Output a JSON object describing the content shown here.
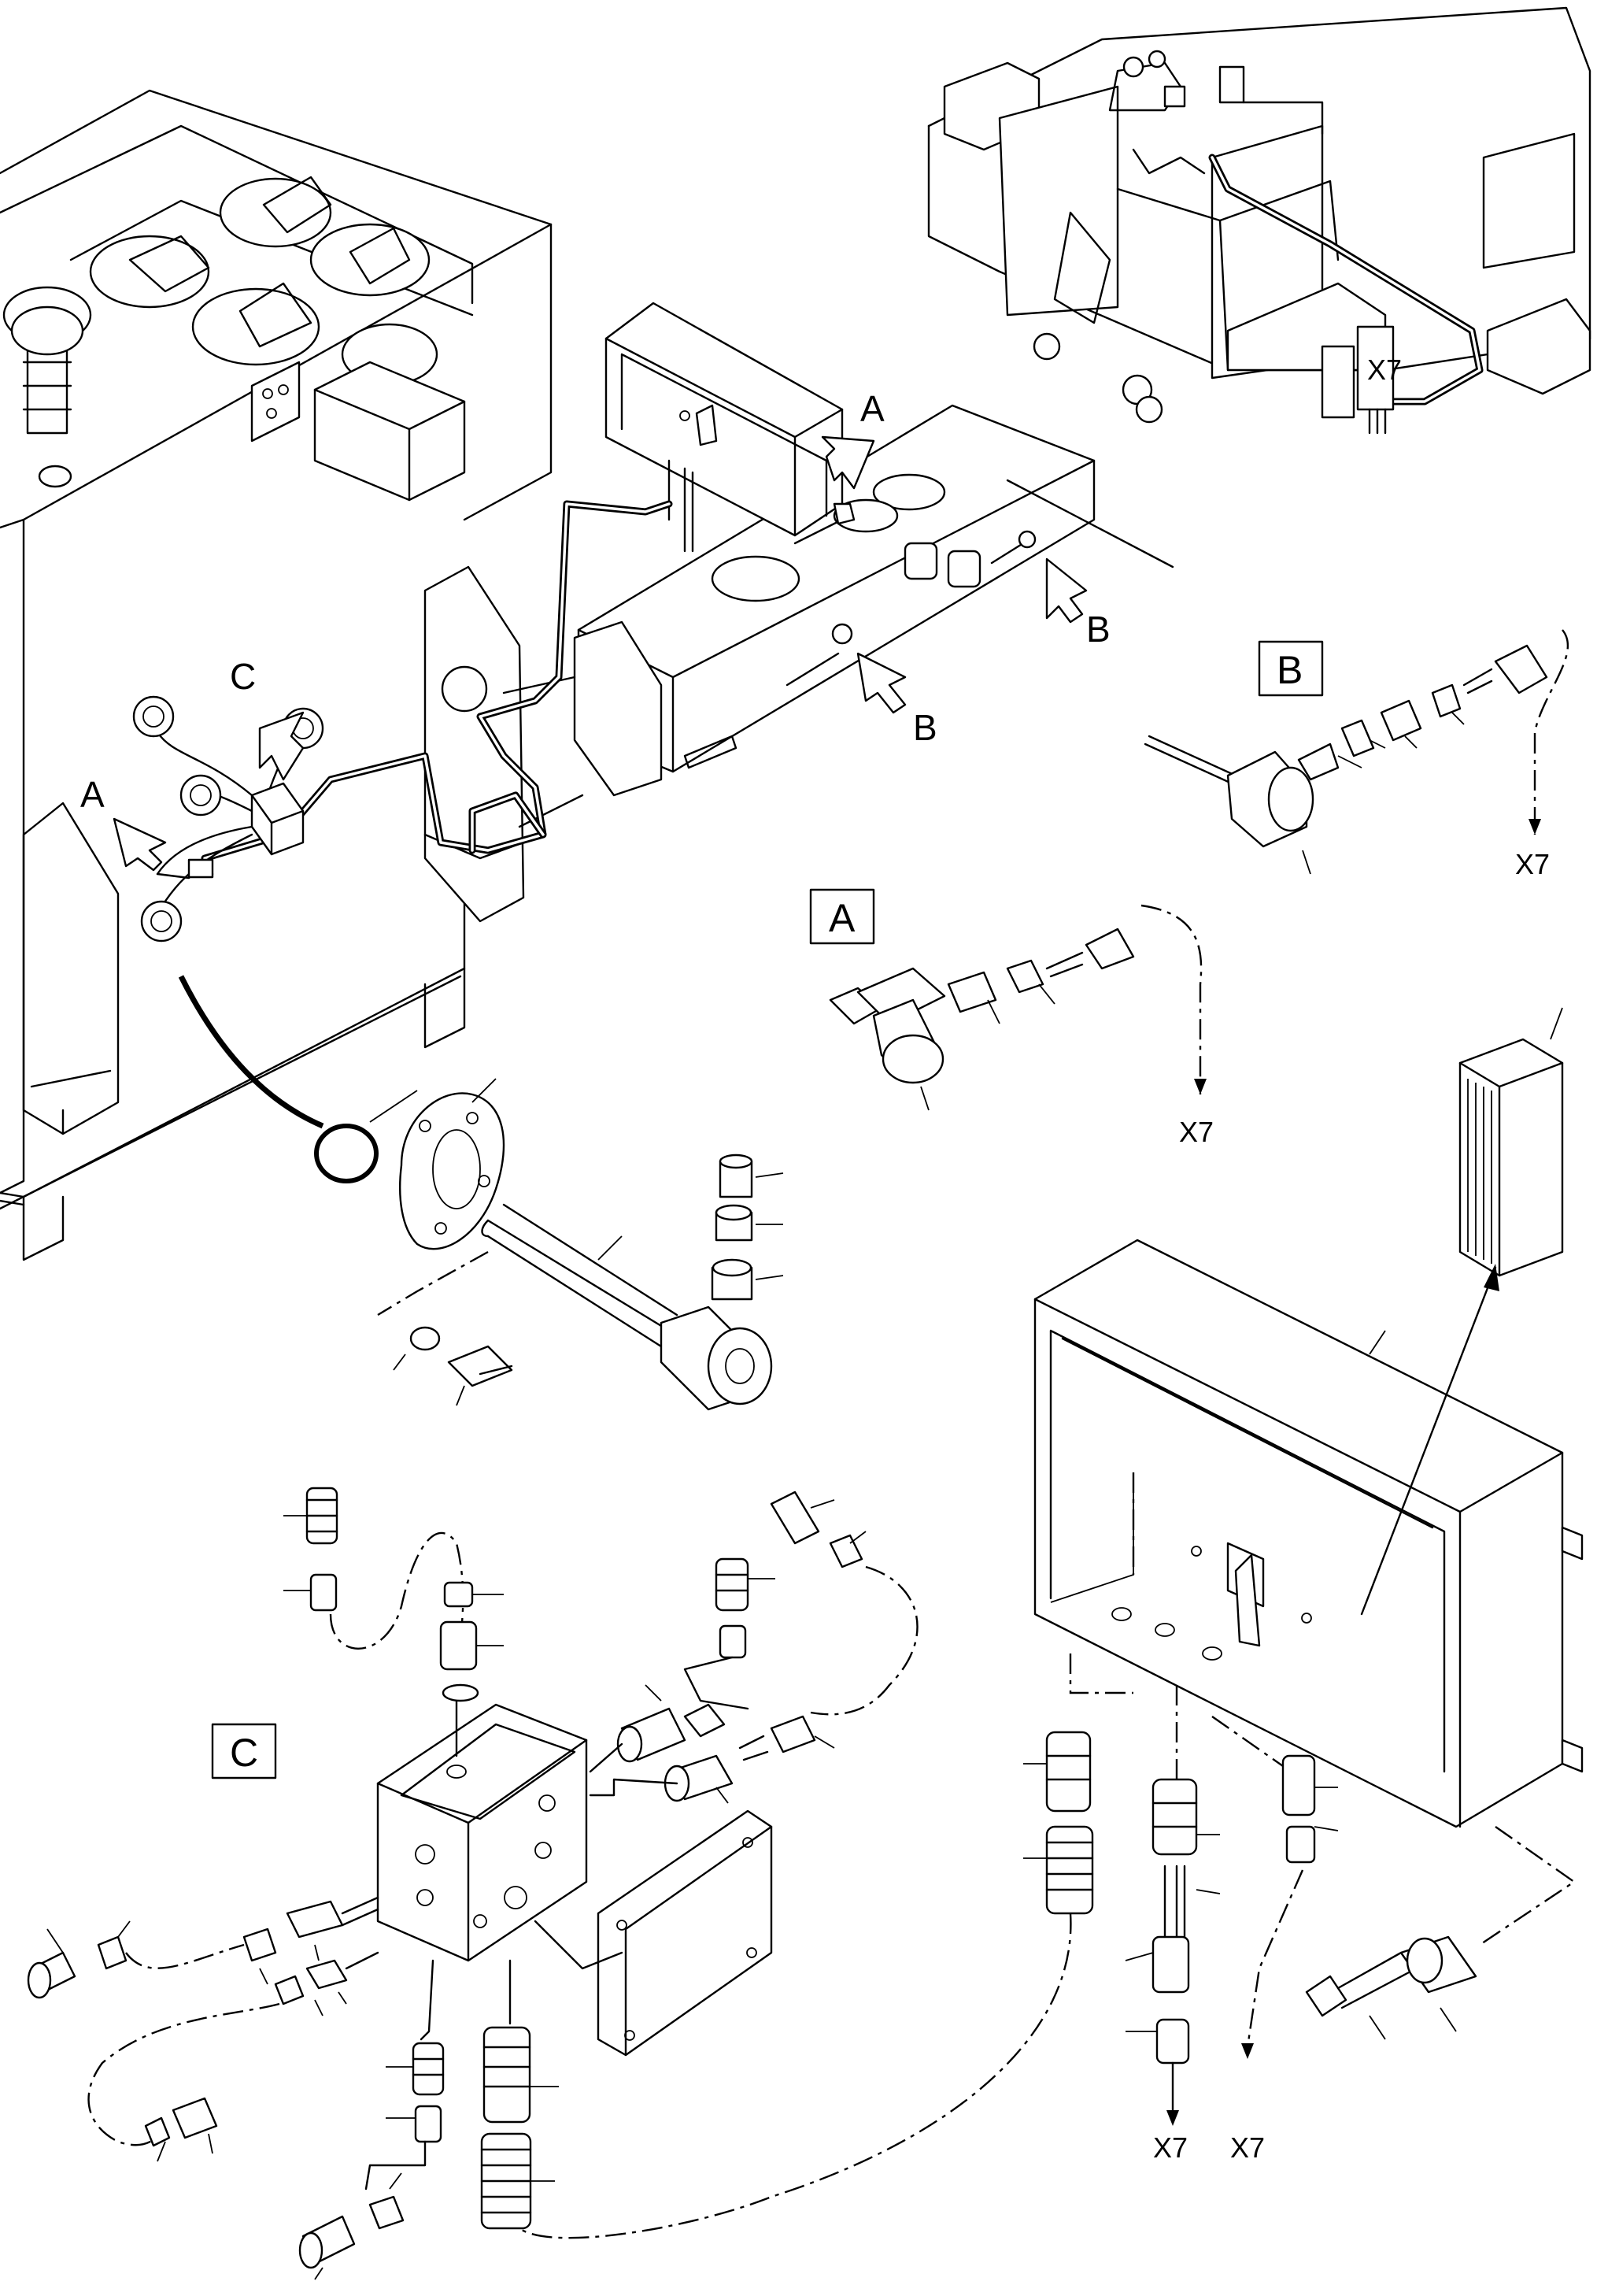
{
  "labels": {
    "detail_a": "A",
    "detail_b": "B",
    "detail_c": "C",
    "connector_x7": "X7"
  },
  "callout_markers": {
    "arrow_a": "A",
    "arrow_b": "B",
    "arrow_c": "C"
  },
  "colors": {
    "line": "#000000",
    "background": "#ffffff"
  }
}
